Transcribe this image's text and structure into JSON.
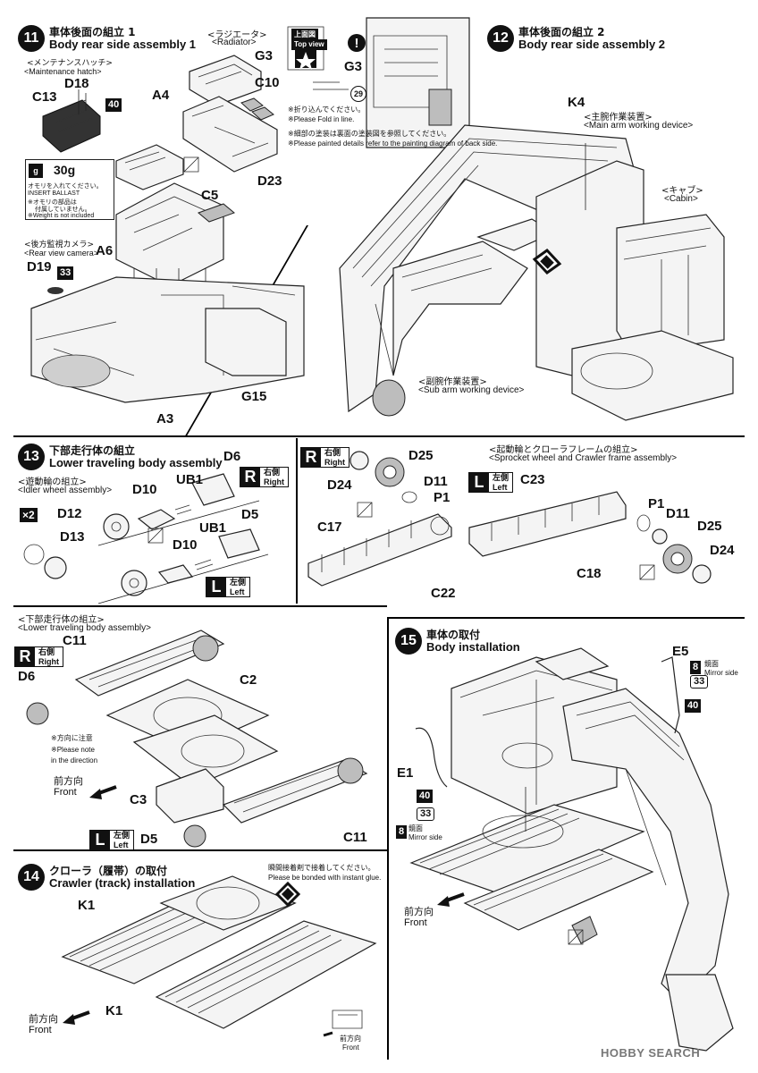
{
  "step11": {
    "number": "11",
    "title_jp": "車体後面の組立 1",
    "title_en": "Body rear side assembly 1",
    "radiator_jp": "<ラジエータ>",
    "radiator_en": "<Radiator>",
    "hatch_jp": "<メンテナンスハッチ>",
    "hatch_en": "<Maintenance hatch>",
    "camera_jp": "<後方監視カメラ>",
    "camera_en": "<Rear view camera>",
    "topview_jp": "上面図",
    "topview_en": "Top view",
    "fold_note_jp": "※折り込んでください。",
    "fold_note_en": "※Please Fold in line.",
    "paint_note_jp": "※細部の塗装は裏面の塗装図を参照してください。",
    "paint_note_en": "※Please painted details refer to the painting diagram of back side.",
    "ballast_weight": "30g",
    "ballast_jp1": "オモリを入れてください。",
    "ballast_en1": "INSERT BALLAST",
    "ballast_jp2": "※オモリの部品は",
    "ballast_jp3": "付属していません。",
    "ballast_en2": "※Weight is not included",
    "parts": {
      "d18": "D18",
      "c13": "C13",
      "n40": "40",
      "a4": "A4",
      "g3": "G3",
      "c10": "C10",
      "g3b": "G3",
      "n29": "29",
      "g23": "D23",
      "c5": "C5",
      "a6": "A6",
      "d19": "D19",
      "n33": "33",
      "g15": "G15",
      "a3": "A3"
    }
  },
  "step12": {
    "number": "12",
    "title_jp": "車体後面の組立 2",
    "title_en": "Body rear side assembly 2",
    "main_arm_jp": "<主腕作業装置>",
    "main_arm_en": "<Main arm working device>",
    "cabin_jp": "<キャブ>",
    "cabin_en": "<Cabin>",
    "sub_arm_jp": "<副腕作業装置>",
    "sub_arm_en": "<Sub arm working device>",
    "k4": "K4"
  },
  "step13": {
    "number": "13",
    "title_jp": "下部走行体の組立",
    "title_en": "Lower traveling body assembly",
    "idler_jp": "<遊動輪の組立>",
    "idler_en": "<Idler wheel assembly>",
    "sprocket_jp": "<起動輪とクローラフレームの組立>",
    "sprocket_en": "<Sprocket wheel and Crawler frame assembly>",
    "lower_jp": "<下部走行体の組立>",
    "lower_en": "<Lower traveling body assembly>",
    "x2": "×2",
    "direction_jp": "※方向に注意",
    "direction_en1": "※Please note",
    "direction_en2": "in the direction",
    "front_jp": "前方向",
    "front_en": "Front",
    "right_jp": "右側",
    "right_en": "Right",
    "left_jp": "左側",
    "left_en": "Left",
    "r": "R",
    "l": "L",
    "parts": {
      "d6a": "D6",
      "d10a": "D10",
      "ub1a": "UB1",
      "d12": "D12",
      "d13": "D13",
      "d5a": "D5",
      "ub1b": "UB1",
      "d10b": "D10",
      "d25a": "D25",
      "d24a": "D24",
      "d11a": "D11",
      "p1a": "P1",
      "c17": "C17",
      "c22": "C22",
      "c23": "C23",
      "p1b": "P1",
      "d11b": "D11",
      "d25b": "D25",
      "d24b": "D24",
      "c18": "C18",
      "c11a": "C11",
      "d6b": "D6",
      "c2": "C2",
      "c3": "C3",
      "d5b": "D5",
      "c11b": "C11"
    }
  },
  "step14": {
    "number": "14",
    "title_jp": "クローラ（履帯）の取付",
    "title_en": "Crawler (track) installation",
    "glue_jp": "瞬間接着剤で接着してください。",
    "glue_en": "Please be bonded with instant glue.",
    "front_jp": "前方向",
    "front_en": "Front",
    "k1a": "K1",
    "k1b": "K1"
  },
  "step15": {
    "number": "15",
    "title_jp": "車体の取付",
    "title_en": "Body installation",
    "e5": "E5",
    "e1": "E1",
    "n8a": "8",
    "n33a": "33",
    "n40a": "40",
    "n40b": "40",
    "n33b": "33",
    "n8b": "8",
    "mirror_jp": "鏡面",
    "mirror_en": "Mirror side",
    "front_jp": "前方向",
    "front_en": "Front"
  },
  "watermark": "HOBBY SEARCH"
}
